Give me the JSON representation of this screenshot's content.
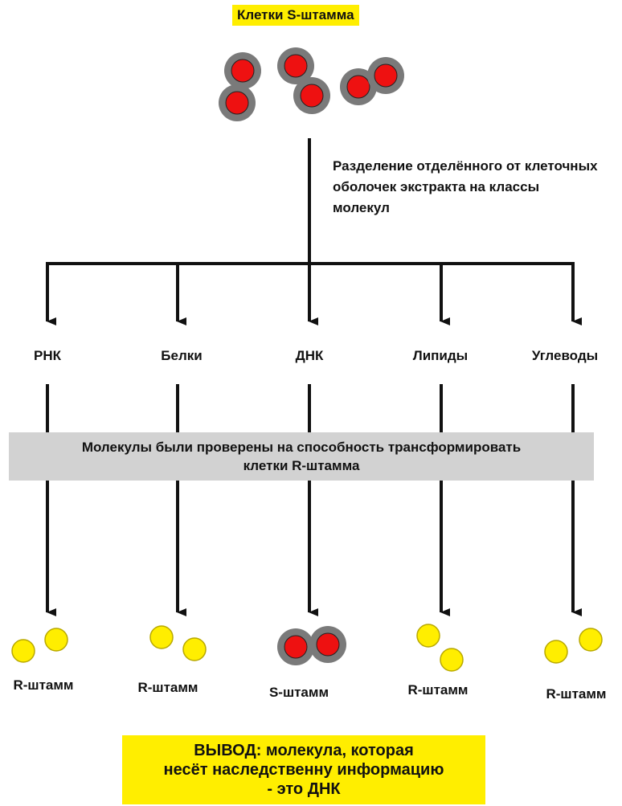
{
  "header": {
    "title": "Клетки S-штамма"
  },
  "process_note": "Разделение отделённого от клеточных оболочек экстракта на классы молекул",
  "molecule_classes": [
    {
      "label": "РНК"
    },
    {
      "label": "Белки"
    },
    {
      "label": "ДНК"
    },
    {
      "label": "Липиды"
    },
    {
      "label": "Углеводы"
    }
  ],
  "test_band": {
    "line1": "Молекулы были проверены на способность трансформировать",
    "line2": "клетки R-штамма"
  },
  "results": [
    {
      "label": "R-штамм"
    },
    {
      "label": "R-штамм"
    },
    {
      "label": "S-штамм"
    },
    {
      "label": "R-штамм"
    },
    {
      "label": "R-штамм"
    }
  ],
  "conclusion": {
    "line1": "ВЫВОД: молекула, которая",
    "line2": "несёт наследственну информацию",
    "line3": "- это ДНК"
  },
  "colors": {
    "s_cell_core": "#ee1111",
    "s_cell_capsule": "#7a7a7a",
    "r_cell": "#ffee00",
    "r_cell_outline": "#b8a800",
    "highlight": "#ffee00",
    "band": "#d2d2d2"
  }
}
